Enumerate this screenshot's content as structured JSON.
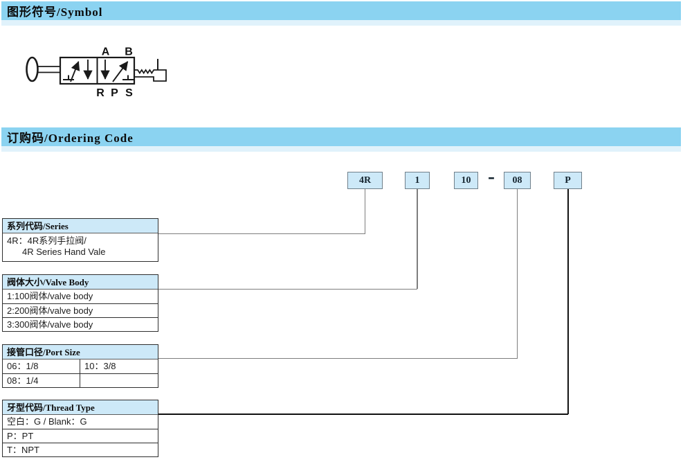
{
  "sections": {
    "symbol_title": "图形符号/Symbol",
    "ordering_title": "订购码/Ordering Code"
  },
  "symbol": {
    "labels_top": [
      "A",
      "B"
    ],
    "labels_bottom": [
      "R",
      "P",
      "S"
    ]
  },
  "ordering_code": {
    "segments": [
      "4R",
      "1",
      "10",
      "08",
      "P"
    ],
    "separator": "-"
  },
  "tables": [
    {
      "header": "系列代码/Series",
      "row_line1": "4R：4R系列手拉阀/",
      "row_line2": "4R Series Hand Vale"
    },
    {
      "header": "阀体大小/Valve Body",
      "rows": [
        "1:100阀体/valve body",
        "2:200阀体/valve body",
        "3:300阀体/valve body"
      ]
    },
    {
      "header": "接管口径/Port Size",
      "rows": [
        {
          "c1": "06：1/8",
          "c2": "10：3/8"
        },
        {
          "c1": "08：1/4",
          "c2": ""
        }
      ]
    },
    {
      "header": "牙型代码/Thread Type",
      "rows": [
        "空白：G / Blank：G",
        "P：PT",
        "T：NPT"
      ]
    }
  ],
  "colors": {
    "banner_blue": "#8bd3f1",
    "banner_stripe": "#e0f2fb",
    "fill_light_blue": "#cde9f8",
    "connector_gray": "#7d7d7d",
    "connector_black": "#111111"
  }
}
